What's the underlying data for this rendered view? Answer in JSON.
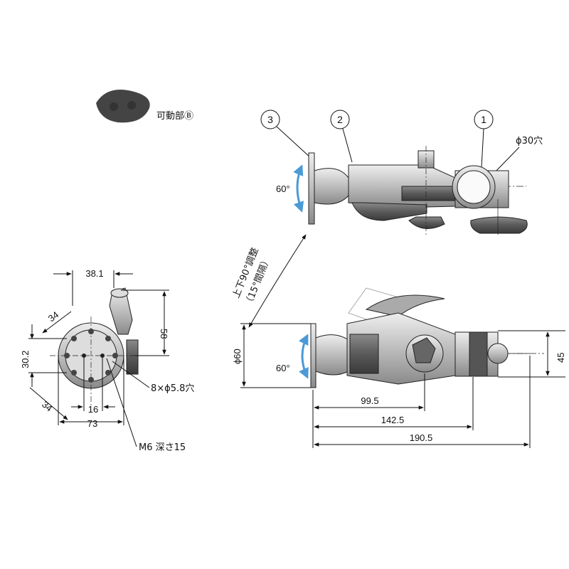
{
  "labels": {
    "movable_part": "可動部Ⓑ",
    "hole_30": "ϕ30穴",
    "angle_top": "60°",
    "angle_bottom": "60°",
    "adjust_line1": "上下90°調整",
    "adjust_line2": "（15°間隔）",
    "holes_8": "8×ϕ5.8穴",
    "m6": "M6 深さ15"
  },
  "callouts": [
    "3",
    "2",
    "1"
  ],
  "dimensions": {
    "d38": "38.1",
    "d34a": "34",
    "d58": "58",
    "d30": "30.2",
    "d34b": "34",
    "d16": "16",
    "d73": "73",
    "dphi60": "ϕ60",
    "d995": "99.5",
    "d1425": "142.5",
    "d1905": "190.5",
    "d45": "45"
  }
}
